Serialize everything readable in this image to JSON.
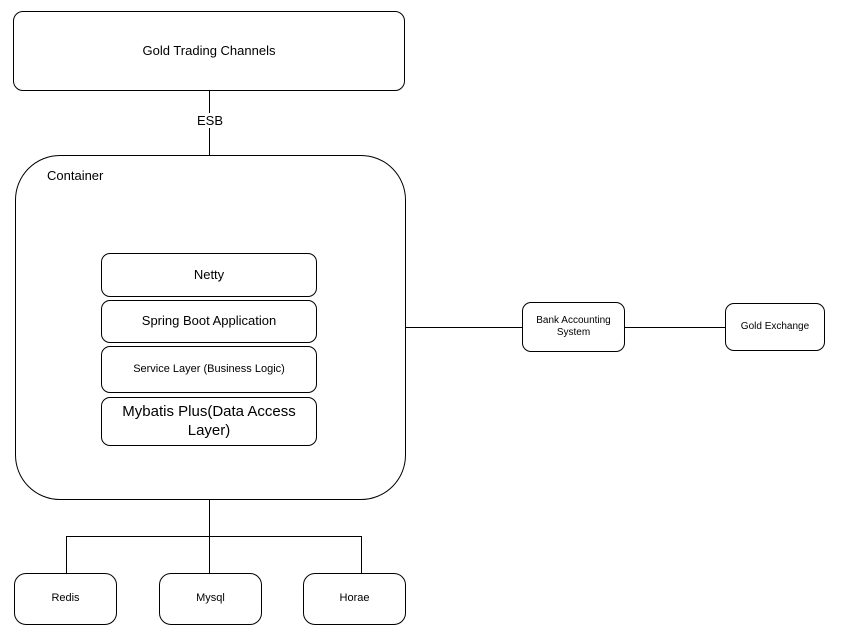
{
  "diagram": {
    "nodes": {
      "gold_trading_channels": "Gold Trading Channels",
      "esb": "ESB",
      "container": "Container",
      "netty": "Netty",
      "spring_boot": "Spring Boot Application",
      "service_layer": "Service Layer (Business Logic)",
      "mybatis_plus": "Mybatis Plus(Data Access Layer)",
      "bank_accounting_system": "Bank Accounting System",
      "gold_exchange": "Gold Exchange",
      "redis": "Redis",
      "mysql": "Mysql",
      "horae": "Horae"
    },
    "colors": {
      "stroke": "#000000",
      "canvas": "#ffffff",
      "text": "#000000"
    }
  }
}
